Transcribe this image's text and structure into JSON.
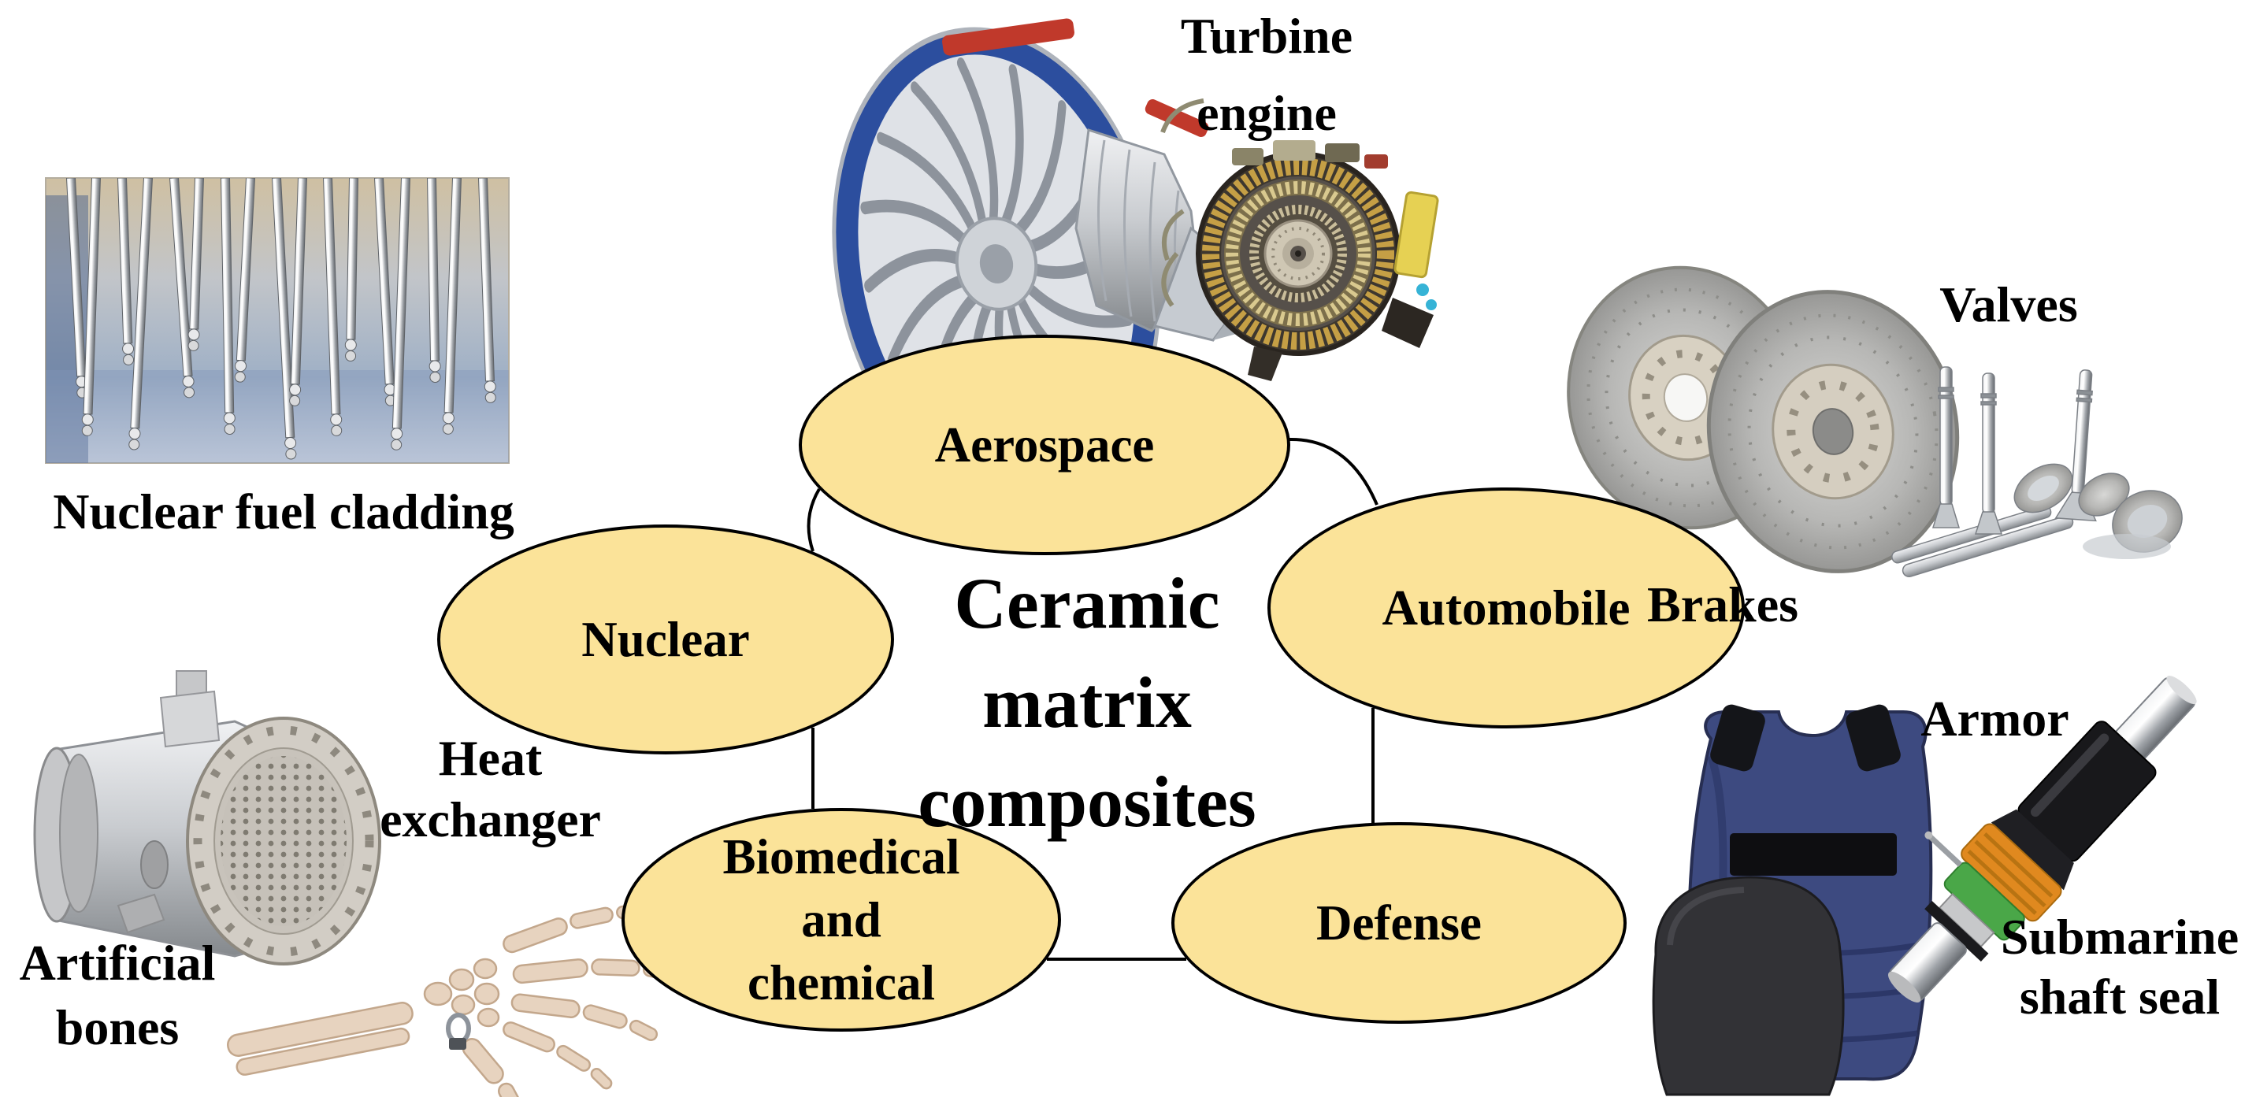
{
  "figure": {
    "kind": "applications-diagram",
    "background": "#ffffff",
    "center_title": {
      "lines": [
        "Ceramic",
        "matrix",
        "composites"
      ]
    },
    "nodes": {
      "aerospace": {
        "label": "Aerospace"
      },
      "nuclear": {
        "label": "Nuclear"
      },
      "automobile": {
        "label": "Automobile"
      },
      "biomedical": {
        "lines": [
          "Biomedical",
          "and",
          "chemical"
        ]
      },
      "defense": {
        "label": "Defense"
      }
    },
    "node_style": {
      "fill": "#FBE399",
      "border": "#000000",
      "text_color": "#000000"
    },
    "connector_color": "#000000"
  },
  "captions": {
    "turbine_engine": {
      "lines": [
        "Turbine",
        "engine"
      ]
    },
    "nuclear_fuel_cladding": {
      "label": "Nuclear fuel cladding"
    },
    "brakes": {
      "label": "Brakes"
    },
    "valves": {
      "label": "Valves"
    },
    "heat_exchanger": {
      "lines": [
        "Heat",
        "exchanger"
      ]
    },
    "artificial_bones": {
      "lines": [
        "Artificial",
        "bones"
      ]
    },
    "armor": {
      "label": "Armor"
    },
    "submarine_shaft_seal": {
      "lines": [
        "Submarine",
        "shaft seal"
      ]
    }
  },
  "photos": {
    "turbine_engine": "turbofan-jet-engine-cutaway-photo",
    "turbine_disc": "turbine-rotor-disc-photo",
    "nuclear_fuel_cladding": "nuclear-fuel-rod-bundle-photo",
    "brakes": "drilled-ceramic-brake-discs-photo",
    "valves": "engine-valves-photo",
    "heat_exchanger": "shell-and-tube-heat-exchanger-photo",
    "artificial_bones": "skeletal-hand-bones-photo",
    "armor": "bulletproof-vest-with-ballistic-plate-photo",
    "submarine_shaft_seal": "submarine-shaft-seal-assembly-photo"
  }
}
